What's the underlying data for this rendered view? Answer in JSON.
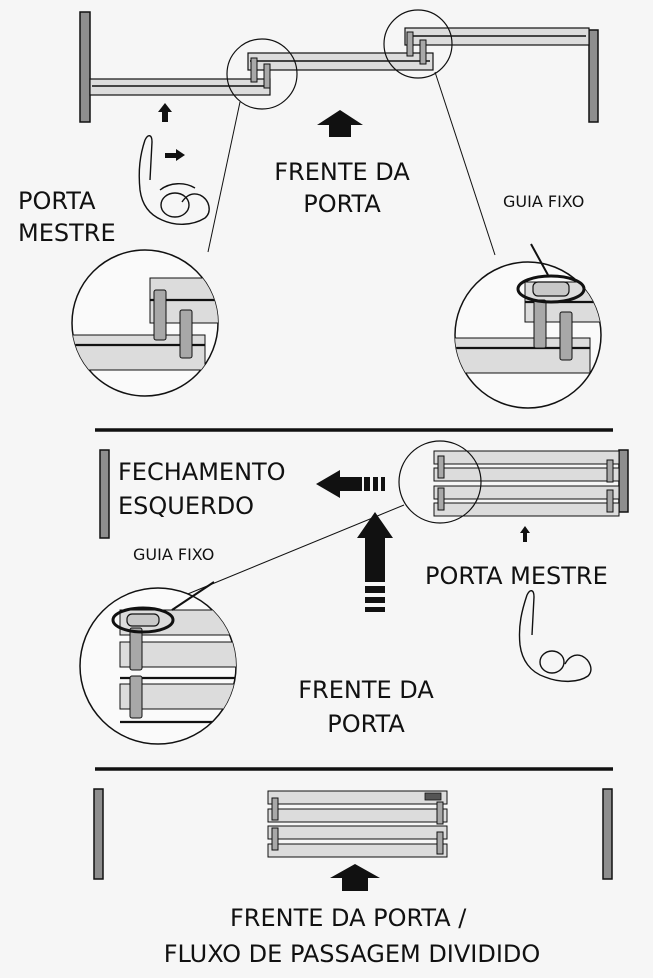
{
  "colors": {
    "background": "#f6f6f6",
    "ink": "#111111",
    "panel_fill": "#dcdcdc",
    "post_fill": "#8e8e8e",
    "guide_fill": "#a8a8a8"
  },
  "section_top": {
    "master_door": "PORTA MESTRE",
    "front": "FRENTE DA PORTA",
    "fixed_guide": "GUIA FIXO"
  },
  "section_middle": {
    "left_closing": "FECHAMENTO ESQUERDO",
    "fixed_guide": "GUIA FIXO",
    "master_door": "PORTA MESTRE",
    "front": "FRENTE DA PORTA"
  },
  "section_bottom": {
    "front_flow": "FRENTE DA PORTA / FLUXO DE PASSAGEM DIVIDIDO"
  },
  "icons": [
    "arrow-up-icon",
    "arrow-right-icon",
    "arrow-left-icon",
    "hand-pointing-icon",
    "magnifier-circle-icon"
  ]
}
